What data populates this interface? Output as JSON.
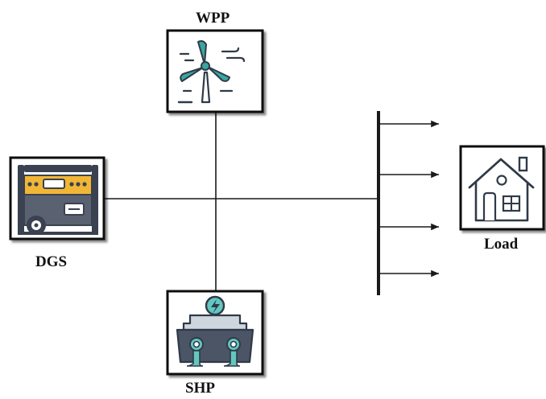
{
  "labels": {
    "wpp": "WPP",
    "dgs": "DGS",
    "shp": "SHP",
    "load": "Load"
  },
  "icons": {
    "wpp": "wind-turbine-icon",
    "dgs": "diesel-generator-icon",
    "shp": "hydro-power-icon",
    "load": "house-icon"
  },
  "colors": {
    "line": "#1a1a1a",
    "frame": "#111111",
    "turbine": "#3aa6a0",
    "generator_body": "#f2b636",
    "generator_frame": "#3a4150",
    "hydro_rock": "#4b5565",
    "hydro_water": "#63c7c0",
    "house_fill": "#ffffff"
  }
}
